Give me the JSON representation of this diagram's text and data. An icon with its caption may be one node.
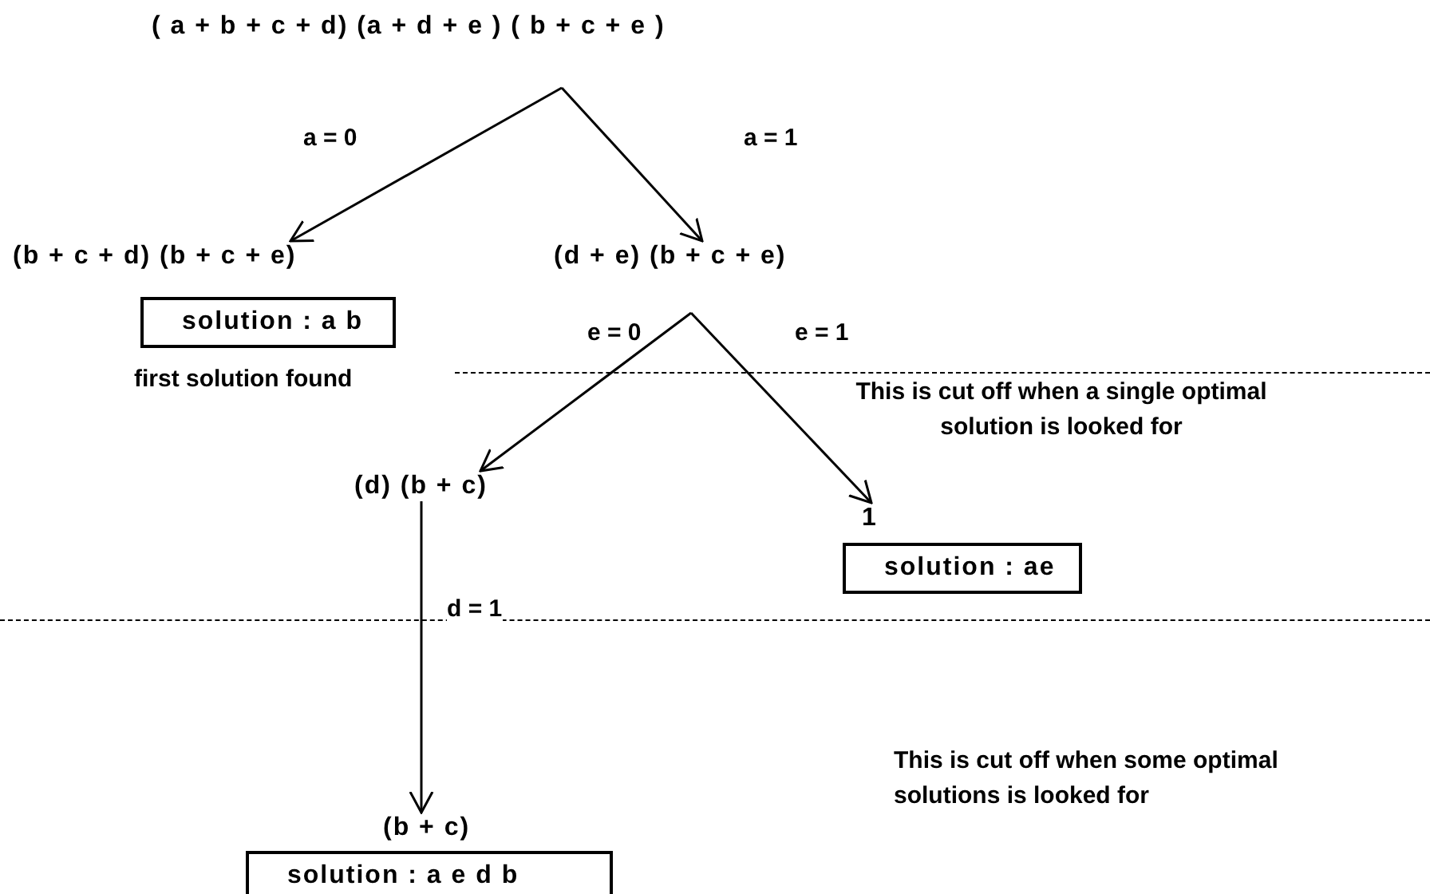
{
  "diagram": {
    "nodes": [
      {
        "text": [
          "( a + b + c + d) (a + d + e ) ( b + c + e )"
        ]
      },
      {
        "text": [
          "(b + c + d) (b + c + e)"
        ]
      },
      {
        "text": [
          "solution : a b"
        ]
      },
      {
        "text": [
          "(d + e) (b + c + e)"
        ]
      },
      {
        "text": [
          "(d) (b + c)"
        ]
      },
      {
        "text": [
          "1"
        ]
      },
      {
        "text": [
          "solution : ae"
        ]
      },
      {
        "text": [
          "(b + c)"
        ]
      },
      {
        "text": [
          "solution : a e d b"
        ]
      }
    ],
    "edges": [
      {
        "from": 0,
        "to": 1,
        "arrow": "to",
        "label": "a = 0"
      },
      {
        "from": 0,
        "to": 3,
        "arrow": "to",
        "label": "a = 1"
      },
      {
        "from": 3,
        "to": 4,
        "arrow": "to",
        "label": "e = 0"
      },
      {
        "from": 3,
        "to": 5,
        "arrow": "to",
        "label": "e = 1"
      },
      {
        "from": 4,
        "to": 7,
        "arrow": "to",
        "label": "d = 1"
      }
    ],
    "labels": [
      "first solution found",
      "This is cut off when a single optimal solution is looked for",
      "This is cut off when some optimal solutions is looked for"
    ]
  }
}
